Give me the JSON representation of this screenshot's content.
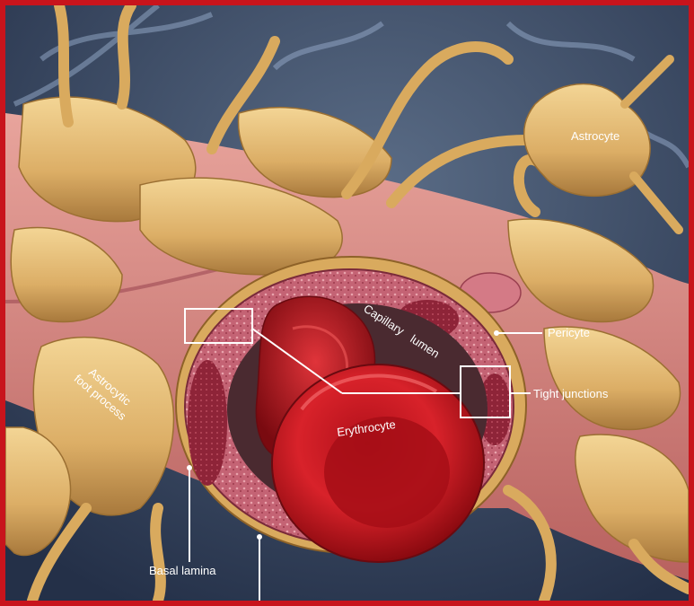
{
  "labels": {
    "astrocyte": "Astrocyte",
    "astrocytic_foot_process_line1": "Astrocytic",
    "astrocytic_foot_process_line2": "foot process",
    "capillary_lumen_line1": "Capillary",
    "capillary_lumen_line2": "lumen",
    "pericyte": "Pericyte",
    "tight_junctions": "Tight junctions",
    "erythrocyte": "Erythrocyte",
    "basal_lamina": "Basal lamina"
  },
  "colors": {
    "frame_border": "#c8141c",
    "background": "#3f4c62",
    "astrocyte_tan": "#e2b46a",
    "vessel_pink": "#d98a86",
    "endothelium": "#c96a78",
    "erythrocyte_red": "#c0141c",
    "leader_line": "#ffffff"
  }
}
